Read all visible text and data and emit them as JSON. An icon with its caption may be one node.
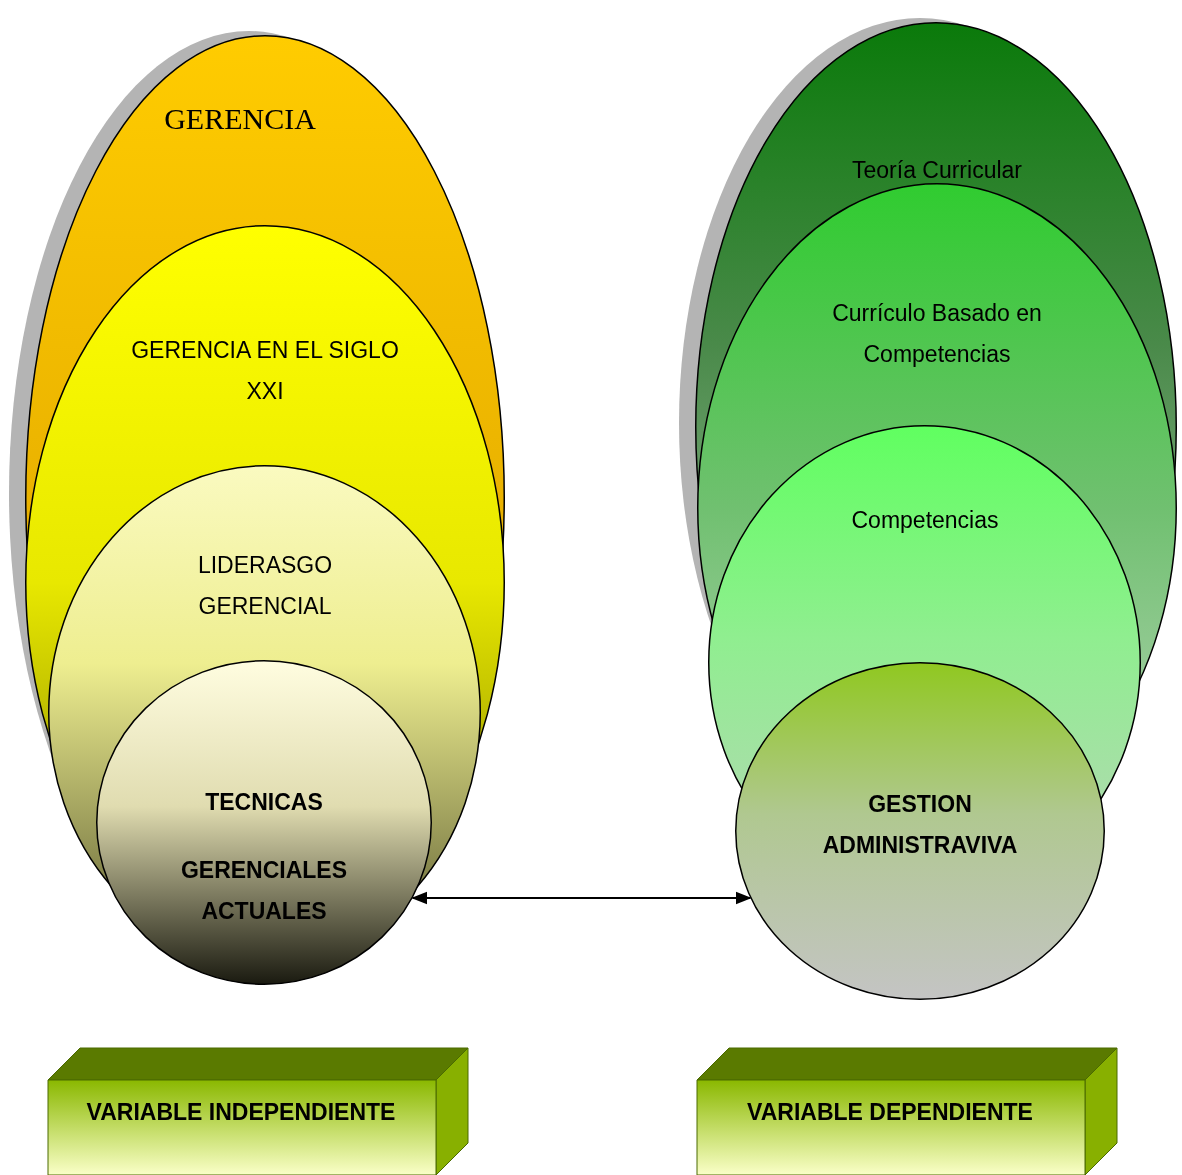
{
  "diagram": {
    "nodes": [
      {
        "text": [
          "GERENCIA"
        ]
      },
      {
        "text": [
          "GERENCIA EN EL SIGLO XXI"
        ],
        "in": 0
      },
      {
        "text": [
          "LIDERASGO GERENCIAL"
        ],
        "in": 1
      },
      {
        "text": [
          "TECNICAS",
          "GERENCIALES ACTUALES"
        ],
        "in": 2
      },
      {
        "text": [
          "Teoría Curricular"
        ]
      },
      {
        "text": [
          "Currículo Basado en Competencias"
        ],
        "in": 4
      },
      {
        "text": [
          "Competencias"
        ],
        "in": 5
      },
      {
        "text": [
          "GESTION ADMINISTRAVIVA"
        ]
      },
      {
        "text": [
          "VARIABLE INDEPENDIENTE"
        ]
      },
      {
        "text": [
          "VARIABLE DEPENDIENTE"
        ]
      }
    ],
    "edges": [
      {
        "from": 3,
        "to": 7,
        "arrow": "both"
      }
    ]
  }
}
